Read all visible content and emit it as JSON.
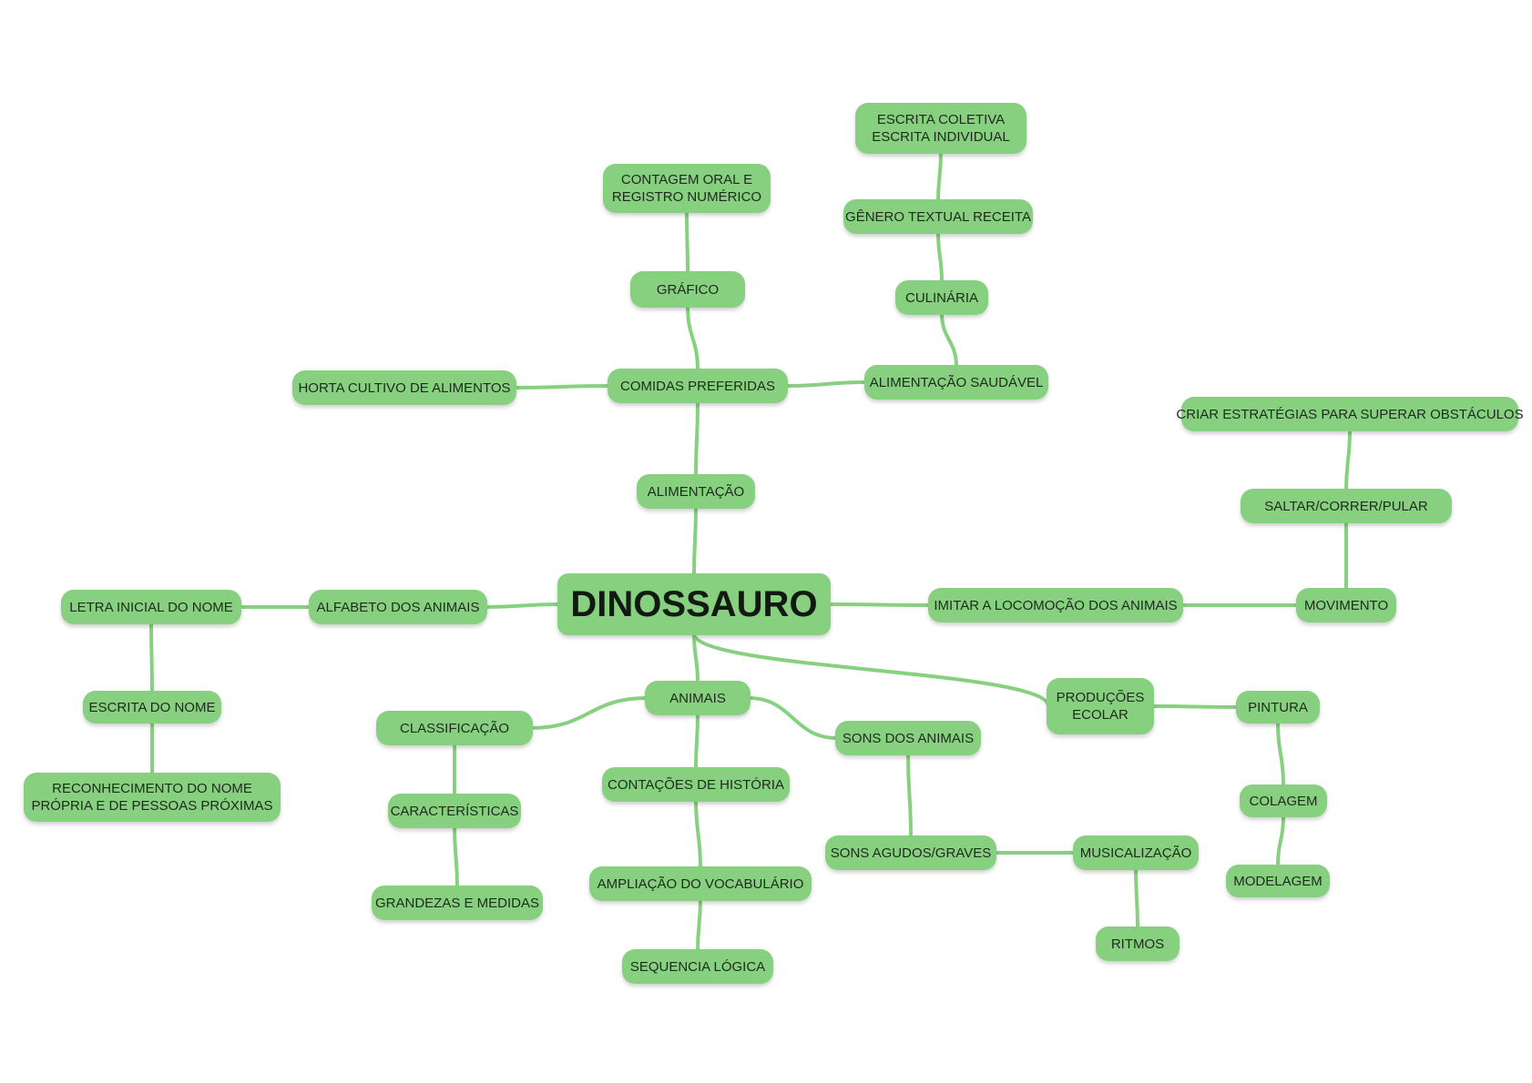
{
  "colors": {
    "node": "#86d07f",
    "edge": "#86d07f",
    "text": "#1e2a1d"
  },
  "root": "DINOSSAURO",
  "nodes": {
    "alimentacao": "ALIMENTAÇÃO",
    "comidas_preferidas": "COMIDAS PREFERIDAS",
    "horta": "HORTA CULTIVO DE ALIMENTOS",
    "grafico": "GRÁFICO",
    "contagem": "CONTAGEM ORAL E\nREGISTRO NUMÉRICO",
    "alimentacao_saudavel": "ALIMENTAÇÃO SAUDÁVEL",
    "culinaria": "CULINÁRIA",
    "genero_receita": "GÊNERO TEXTUAL RECEITA",
    "escrita_coletiva": "ESCRITA COLETIVA\nESCRITA INDIVIDUAL",
    "alfabeto": "ALFABETO DOS ANIMAIS",
    "letra_inicial": "LETRA INICIAL DO NOME",
    "escrita_nome": "ESCRITA DO NOME",
    "reconhecimento": "RECONHECIMENTO DO NOME\nPRÓPRIA E DE PESSOAS PRÓXIMAS",
    "imitar": "IMITAR A LOCOMOÇÃO DOS ANIMAIS",
    "movimento": "MOVIMENTO",
    "saltar": "SALTAR/CORRER/PULAR",
    "criar": "CRIAR ESTRATÉGIAS PARA SUPERAR OBSTÁCULOS",
    "producoes": "PRODUÇÕES\nECOLAR",
    "pintura": "PINTURA",
    "colagem": "COLAGEM",
    "modelagem": "MODELAGEM",
    "animais": "ANIMAIS",
    "classificacao": "CLASSIFICAÇÃO",
    "caracteristicas": "CARACTERÍSTICAS",
    "grandezas": "GRANDEZAS E MEDIDAS",
    "contacoes": "CONTAÇÕES DE HISTÓRIA",
    "ampliacao": "AMPLIAÇÃO DO VOCABULÁRIO",
    "sequencia": "SEQUENCIA LÓGICA",
    "sons_animais": "SONS DOS ANIMAIS",
    "sons_agudos": "SONS AGUDOS/GRAVES",
    "musicalizacao": "MUSICALIZAÇÃO",
    "ritmos": "RITMOS"
  },
  "edges": [
    [
      "root",
      "alimentacao"
    ],
    [
      "alimentacao",
      "comidas_preferidas"
    ],
    [
      "comidas_preferidas",
      "horta"
    ],
    [
      "comidas_preferidas",
      "grafico"
    ],
    [
      "grafico",
      "contagem"
    ],
    [
      "comidas_preferidas",
      "alimentacao_saudavel"
    ],
    [
      "alimentacao_saudavel",
      "culinaria"
    ],
    [
      "culinaria",
      "genero_receita"
    ],
    [
      "genero_receita",
      "escrita_coletiva"
    ],
    [
      "root",
      "alfabeto"
    ],
    [
      "alfabeto",
      "letra_inicial"
    ],
    [
      "letra_inicial",
      "escrita_nome"
    ],
    [
      "escrita_nome",
      "reconhecimento"
    ],
    [
      "root",
      "imitar"
    ],
    [
      "imitar",
      "movimento"
    ],
    [
      "movimento",
      "saltar"
    ],
    [
      "saltar",
      "criar"
    ],
    [
      "root",
      "producoes"
    ],
    [
      "producoes",
      "pintura"
    ],
    [
      "pintura",
      "colagem"
    ],
    [
      "colagem",
      "modelagem"
    ],
    [
      "root",
      "animais"
    ],
    [
      "animais",
      "classificacao"
    ],
    [
      "classificacao",
      "caracteristicas"
    ],
    [
      "caracteristicas",
      "grandezas"
    ],
    [
      "animais",
      "contacoes"
    ],
    [
      "contacoes",
      "ampliacao"
    ],
    [
      "ampliacao",
      "sequencia"
    ],
    [
      "animais",
      "sons_animais"
    ],
    [
      "sons_animais",
      "sons_agudos"
    ],
    [
      "sons_agudos",
      "musicalizacao"
    ],
    [
      "musicalizacao",
      "ritmos"
    ]
  ]
}
